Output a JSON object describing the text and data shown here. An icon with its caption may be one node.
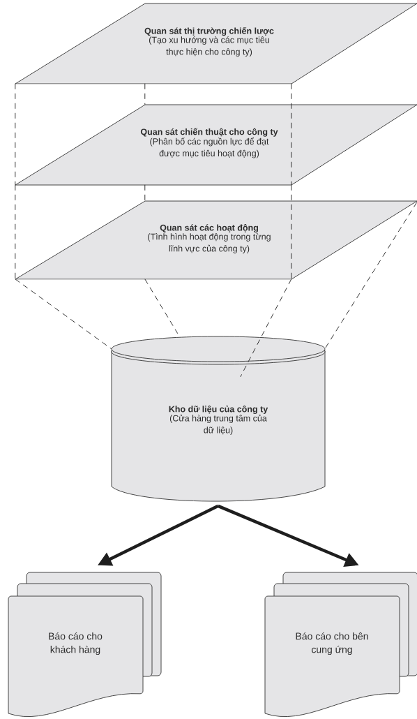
{
  "diagram": {
    "nodes": [
      {
        "text": [
          "Quan sát thị trường chiến lược",
          "(Tạo xu hướng và các mục tiêu thực hiện cho công ty)"
        ]
      },
      {
        "text": [
          "Quan sát chiến thuật cho công ty",
          "(Phân bố các nguồn lực để đạt được mục tiêu hoạt động)"
        ]
      },
      {
        "text": [
          "Quan sát các hoạt động",
          "(Tình hình hoạt động trong từng lĩnh vực của công ty)"
        ]
      },
      {
        "text": [
          "Kho dữ liệu của công ty",
          "(Cửa hàng trung tâm của dữ liệu)"
        ]
      },
      {
        "text": [
          "Báo cáo cho khách hàng"
        ]
      },
      {
        "text": [
          "Báo cáo cho bên cung ứng"
        ]
      }
    ],
    "edges": [
      {
        "from": 0,
        "to": 1,
        "arrow": "none",
        "style": "dashed"
      },
      {
        "from": 0,
        "to": 1,
        "arrow": "none",
        "style": "dashed"
      },
      {
        "from": 0,
        "to": 1,
        "arrow": "none",
        "style": "dashed"
      },
      {
        "from": 1,
        "to": 2,
        "arrow": "none",
        "style": "dashed"
      },
      {
        "from": 1,
        "to": 2,
        "arrow": "none",
        "style": "dashed"
      },
      {
        "from": 1,
        "to": 2,
        "arrow": "none",
        "style": "dashed"
      },
      {
        "from": 2,
        "to": 3,
        "arrow": "none",
        "style": "dashed"
      },
      {
        "from": 2,
        "to": 3,
        "arrow": "none",
        "style": "dashed"
      },
      {
        "from": 2,
        "to": 3,
        "arrow": "none",
        "style": "dashed"
      },
      {
        "from": 2,
        "to": 3,
        "arrow": "none",
        "style": "dashed"
      },
      {
        "from": 3,
        "to": 4,
        "arrow": "to",
        "style": "thick"
      },
      {
        "from": 3,
        "to": 5,
        "arrow": "to",
        "style": "thick"
      }
    ]
  }
}
